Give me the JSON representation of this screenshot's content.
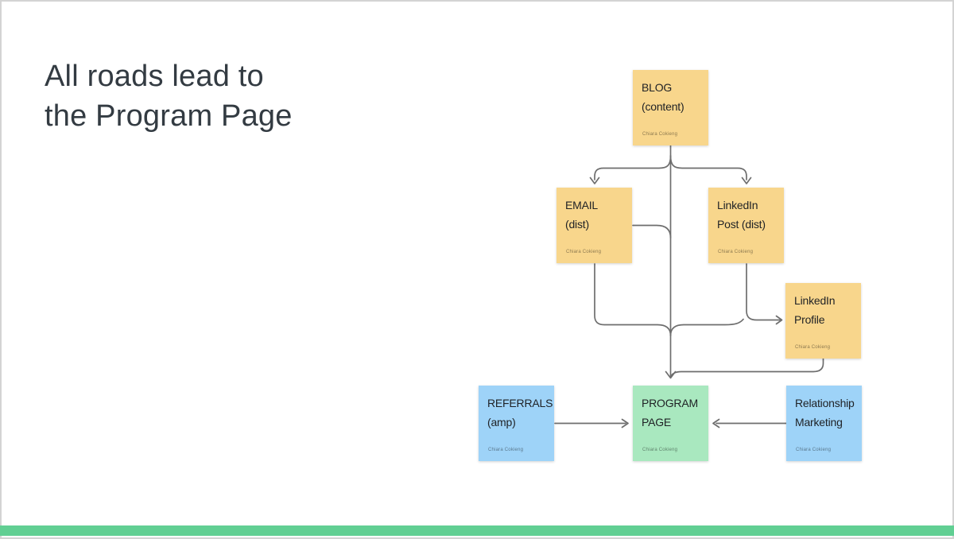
{
  "title": {
    "line1": "All roads lead to",
    "line2": "the Program Page"
  },
  "colors": {
    "yellow": "#F8D68C",
    "blue": "#9ED3F8",
    "green": "#A9E8BF",
    "footer_bar": "#61CF93",
    "connector": "#6E6E6E",
    "title_text": "#333B42"
  },
  "stickies": {
    "blog": {
      "line1": "BLOG",
      "line2": "(content)",
      "author": "Chiara Cokieng"
    },
    "email": {
      "line1": "EMAIL",
      "line2": "(dist)",
      "author": "Chiara Cokieng"
    },
    "li_post": {
      "line1": "LinkedIn",
      "line2": "Post (dist)",
      "author": "Chiara Cokieng"
    },
    "li_profile": {
      "line1": "LinkedIn",
      "line2": "Profile",
      "author": "Chiara Cokieng"
    },
    "referrals": {
      "line1": "REFERRALS",
      "line2": "(amp)",
      "author": "Chiara Cokieng"
    },
    "program": {
      "line1": "PROGRAM",
      "line2": "PAGE",
      "author": "Chiara Cokieng"
    },
    "rel_mkt": {
      "line1": "Relationship",
      "line2": "Marketing",
      "author": "Chiara Cokieng"
    }
  },
  "connections": [
    "BLOG (content) → EMAIL (dist)",
    "BLOG (content) → LinkedIn Post (dist)",
    "BLOG (content) → PROGRAM PAGE",
    "EMAIL (dist) → center trunk → PROGRAM PAGE",
    "EMAIL (dist) → LinkedIn Profile",
    "LinkedIn Post (dist) → LinkedIn Profile",
    "LinkedIn Profile → PROGRAM PAGE",
    "REFERRALS (amp) → PROGRAM PAGE",
    "Relationship Marketing → PROGRAM PAGE"
  ]
}
